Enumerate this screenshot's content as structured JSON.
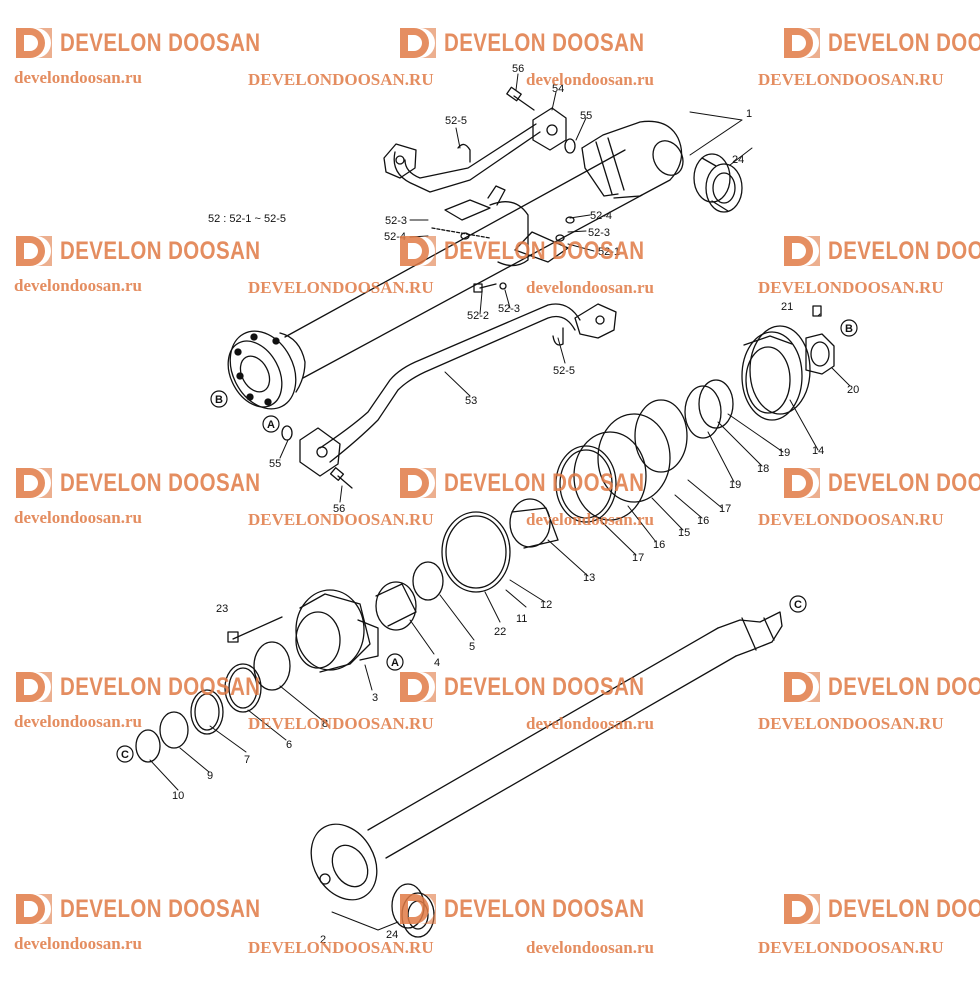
{
  "watermark": {
    "brand": "DEVELON DOOSAN",
    "url_lower": "develondoosan.ru",
    "url_upper": "DEVELONDOOSAN.RU",
    "color": "#e07a45"
  },
  "diagram": {
    "note": "52 : 52-1 ~ 52-5",
    "part_labels": {
      "p1": "1",
      "p2": "2",
      "p3": "3",
      "p4": "4",
      "p5": "5",
      "p6": "6",
      "p7": "7",
      "p8": "8",
      "p9": "9",
      "p10": "10",
      "p11": "11",
      "p12": "12",
      "p13": "13",
      "p14": "14",
      "p15": "15",
      "p16a": "16",
      "p16b": "16",
      "p17a": "17",
      "p17b": "17",
      "p18": "18",
      "p19a": "19",
      "p19b": "19",
      "p20": "20",
      "p21": "21",
      "p22": "22",
      "p23": "23",
      "p24a": "24",
      "p24b": "24",
      "p52_1": "52-1",
      "p52_2": "52-2",
      "p52_3a": "52-3",
      "p52_3b": "52-3",
      "p52_3c": "52-3",
      "p52_4a": "52-4",
      "p52_4b": "52-4",
      "p52_5a": "52-5",
      "p52_5b": "52-5",
      "p53": "53",
      "p54": "54",
      "p55a": "55",
      "p55b": "55",
      "p56a": "56",
      "p56b": "56"
    },
    "refs": {
      "A": "A",
      "B": "B",
      "C": "C"
    }
  }
}
